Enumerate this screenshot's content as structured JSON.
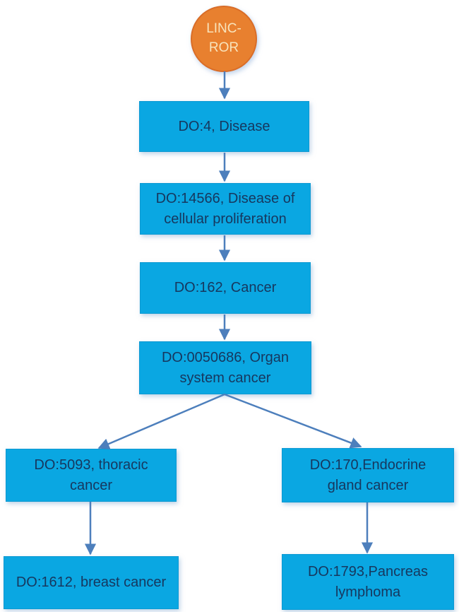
{
  "colors": {
    "node_fill": "#0aa7e2",
    "node_text": "#17375e",
    "root_fill": "#e8802f",
    "root_border": "#d96d28",
    "root_text": "#f8e3bb",
    "connector": "#4d7fbc",
    "background": "#ffffff"
  },
  "root": {
    "label": "LINC-\nROR"
  },
  "nodes": [
    {
      "id": "DO:4",
      "label": "DO:4, Disease"
    },
    {
      "id": "DO:14566",
      "label": "DO:14566, Disease of\ncellular proliferation"
    },
    {
      "id": "DO:162",
      "label": "DO:162, Cancer"
    },
    {
      "id": "DO:0050686",
      "label": "DO:0050686, Organ\nsystem cancer"
    },
    {
      "id": "DO:5093",
      "label": "DO:5093, thoracic\ncancer"
    },
    {
      "id": "DO:170",
      "label": "DO:170,Endocrine\ngland cancer"
    },
    {
      "id": "DO:1612",
      "label": "DO:1612, breast cancer"
    },
    {
      "id": "DO:1793",
      "label": "DO:1793,Pancreas\nlymphoma"
    }
  ]
}
